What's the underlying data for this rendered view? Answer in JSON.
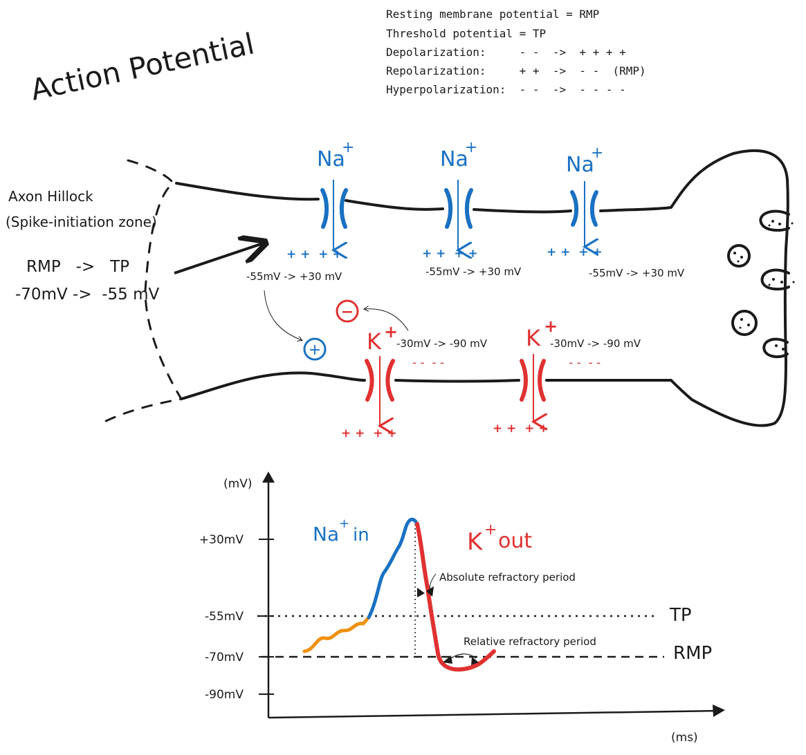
{
  "title": "Action Potential",
  "legend": [
    "Resting membrane potential = RMP",
    "Threshold potential = TP",
    "Depolarization:     - -  ->  + + + +",
    "Repolarization:     + +  ->  - -  (RMP)",
    "Hyperpolarization:  - -  ->  - - - -"
  ],
  "hillock": {
    "label1": "Axon Hillock",
    "label2": "(Spike-initiation zone)",
    "rmp_tp": "RMP   ->   TP",
    "values": "-70mV ->  -55 mV"
  },
  "sodium": {
    "ion": "Na",
    "charge": "+",
    "channels": [
      {
        "transition": "-55mV -> +30 mV",
        "charges": "+ +  + +"
      },
      {
        "transition": "-55mV -> +30 mV",
        "charges": "+ +  + +"
      },
      {
        "transition": "-55mV -> +30 mV",
        "charges": "+ +  + +"
      }
    ]
  },
  "potassium": {
    "ion": "K",
    "charge": "+",
    "channels": [
      {
        "transition": "-30mV -> -90 mV",
        "inner": "- -  - -",
        "outer": "+ +  + +"
      },
      {
        "transition": "-30mV -> -90 mV",
        "inner": "- -  - -",
        "outer": "+ +  + +"
      }
    ]
  },
  "local_charges": {
    "minus": "−",
    "plus": "+"
  },
  "chart_data": {
    "type": "line",
    "ylabel": "(mV)",
    "xlabel": "(ms)",
    "yticks": [
      "+30mV",
      "-55mV",
      "-70mV",
      "-90mV"
    ],
    "ytick_values": [
      30,
      -55,
      -70,
      -90
    ],
    "reference_lines": [
      {
        "name": "TP",
        "value": -55,
        "style": "dotted"
      },
      {
        "name": "RMP",
        "value": -70,
        "style": "dashed"
      }
    ],
    "phase_labels": {
      "na_in": "Na",
      "na_in_rest": "in",
      "k_out": "K",
      "k_out_rest": "out"
    },
    "annotations": [
      "Absolute refractory period",
      "Relative refractory period"
    ],
    "colors": {
      "prepotential": "#f0900c",
      "depolarization": "#1971c2",
      "repolarization": "#e03131"
    }
  },
  "colors": {
    "blue": "#1971c2",
    "red": "#e03131",
    "ink": "#1a1a1a"
  }
}
